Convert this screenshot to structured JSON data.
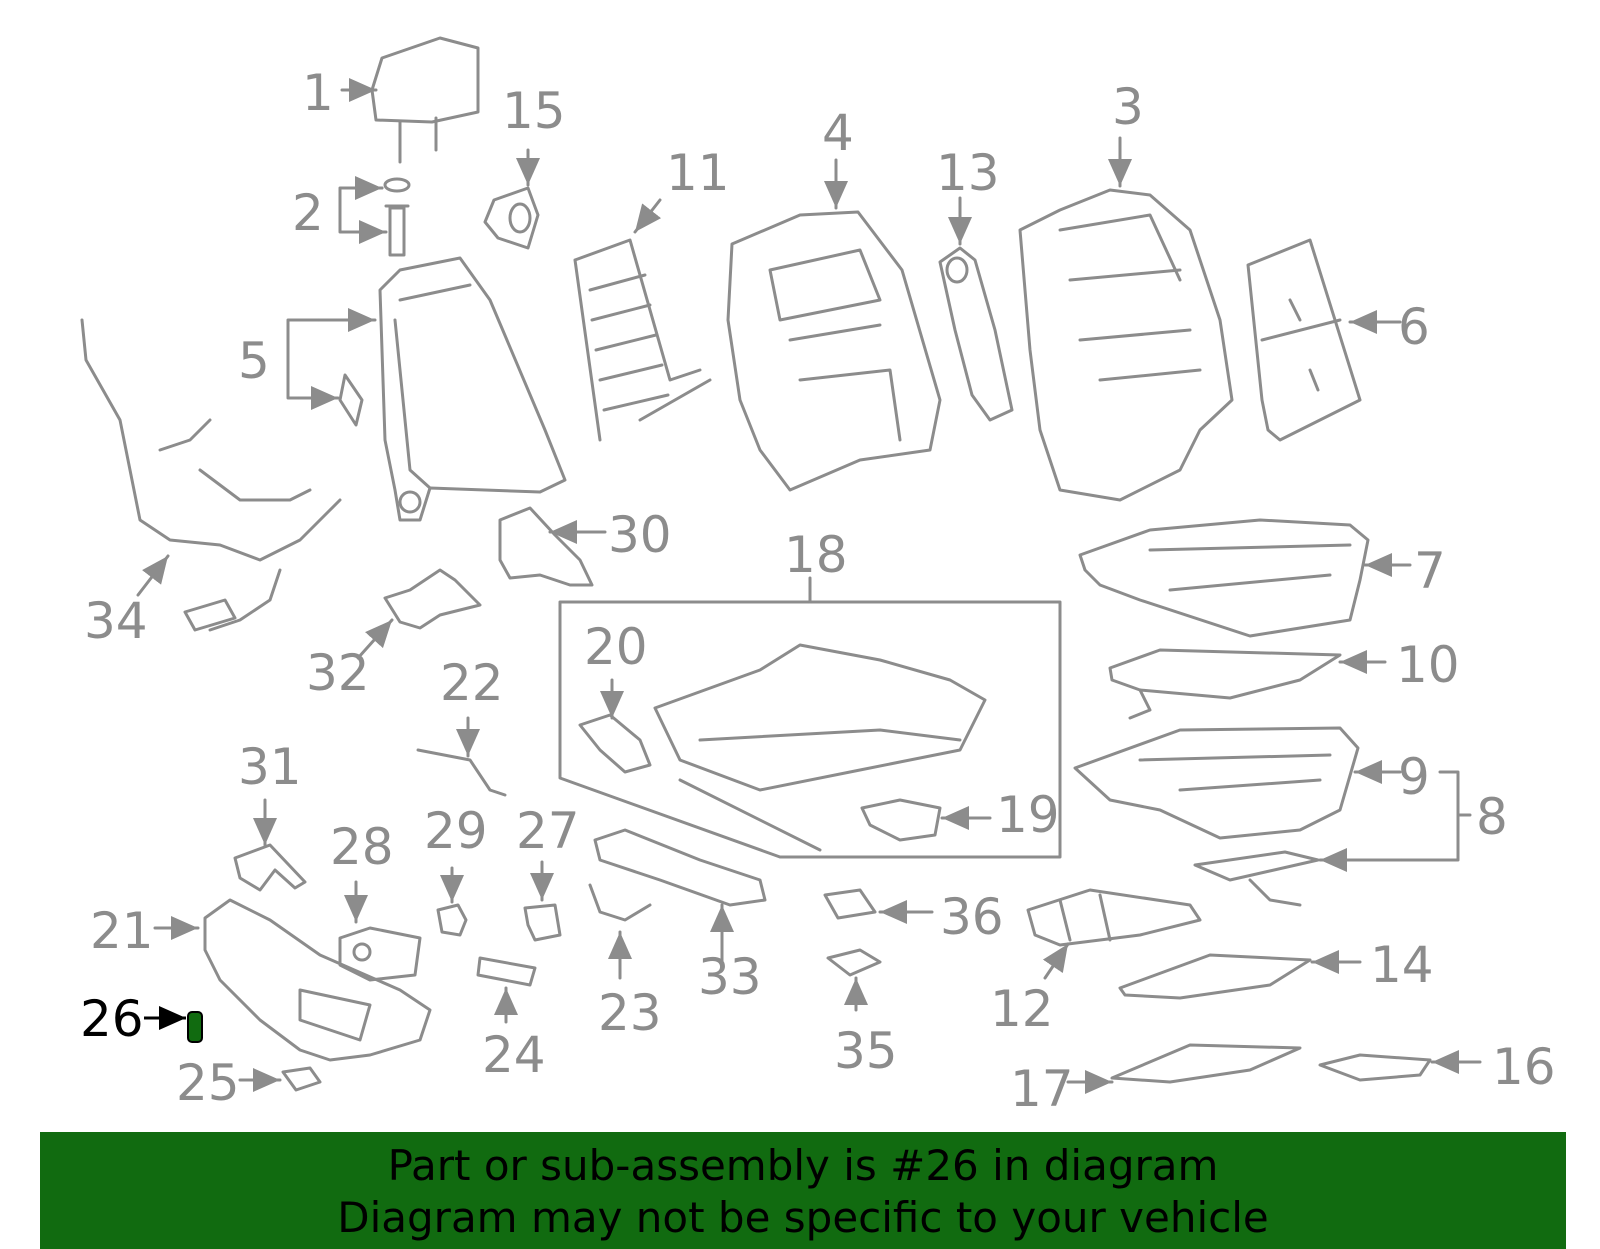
{
  "diagram": {
    "highlighted_part": "26",
    "callouts": {
      "c1": "1",
      "c2": "2",
      "c3": "3",
      "c4": "4",
      "c5": "5",
      "c6": "6",
      "c7": "7",
      "c8": "8",
      "c9": "9",
      "c10": "10",
      "c11": "11",
      "c12": "12",
      "c13": "13",
      "c14": "14",
      "c15": "15",
      "c16": "16",
      "c17": "17",
      "c18": "18",
      "c19": "19",
      "c20": "20",
      "c21": "21",
      "c22": "22",
      "c23": "23",
      "c24": "24",
      "c25": "25",
      "c26": "26",
      "c27": "27",
      "c28": "28",
      "c29": "29",
      "c30": "30",
      "c31": "31",
      "c32": "32",
      "c33": "33",
      "c34": "34",
      "c35": "35",
      "c36": "36"
    }
  },
  "banner": {
    "line1": "Part or sub-assembly is #26 in diagram",
    "line2": "Diagram may not be specific to your vehicle"
  },
  "colors": {
    "line": "#8c8c8c",
    "highlight": "#116b10",
    "banner_bg": "#116b10"
  }
}
